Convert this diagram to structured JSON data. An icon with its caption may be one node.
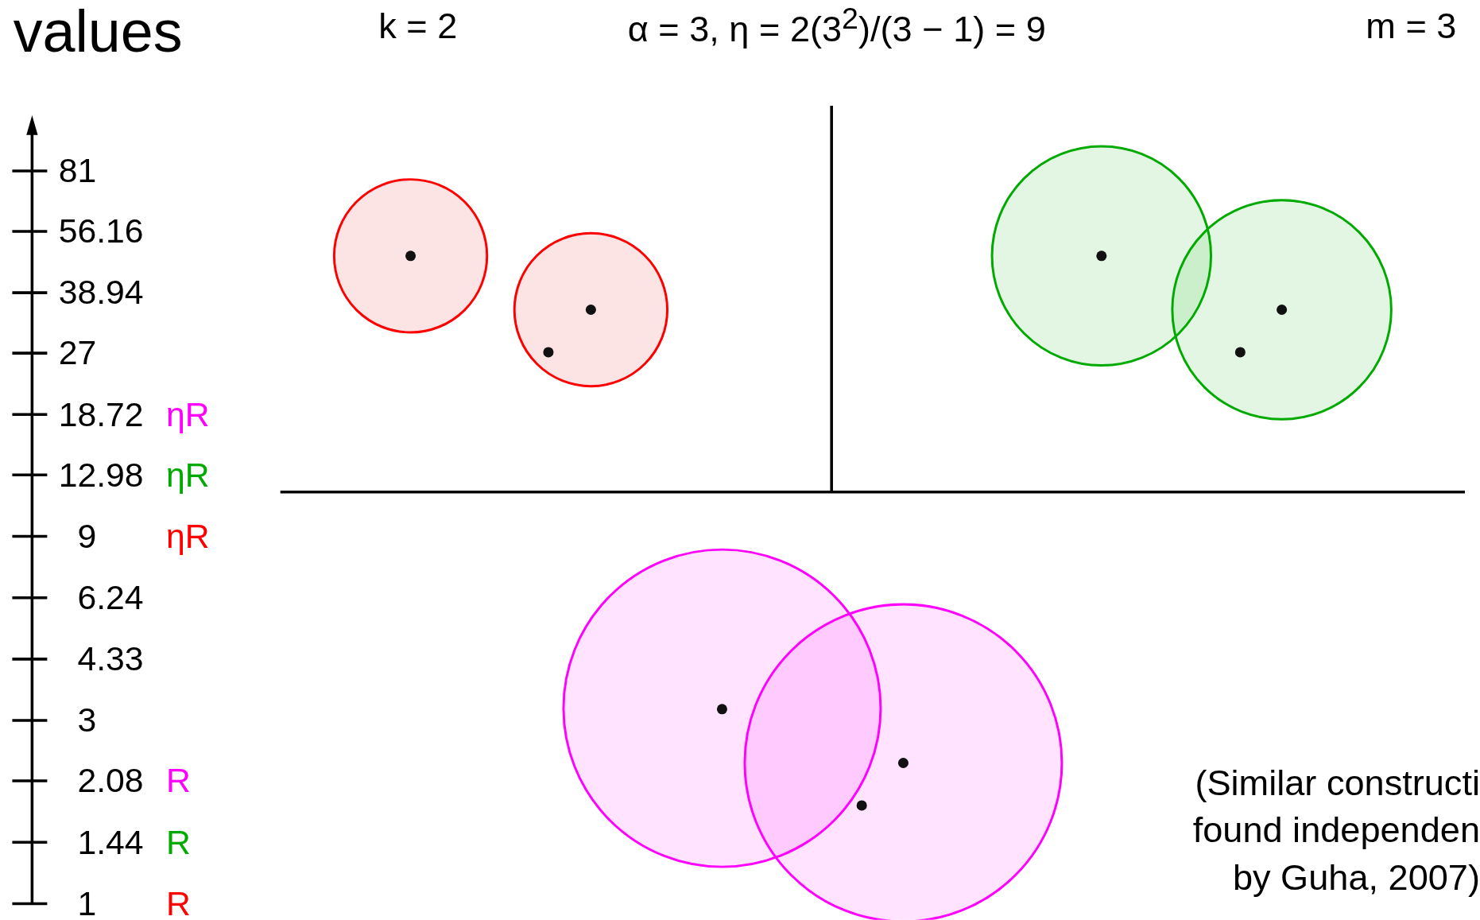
{
  "diagram": {
    "labels": [
      "values",
      "k = 2",
      "α = 3, η = 2(3$^{2}$)/(3 − 1) = 9",
      "m = 3",
      "81",
      "56.16",
      "38.94",
      "27",
      "18.72",
      "ηR",
      "12.98",
      "ηR",
      "9",
      "ηR",
      "6.24",
      "4.33",
      "3",
      "2.08",
      "R",
      "1.44",
      "R",
      "1",
      "R",
      "(Similar constructi found independen by Guha, 2007)"
    ]
  }
}
